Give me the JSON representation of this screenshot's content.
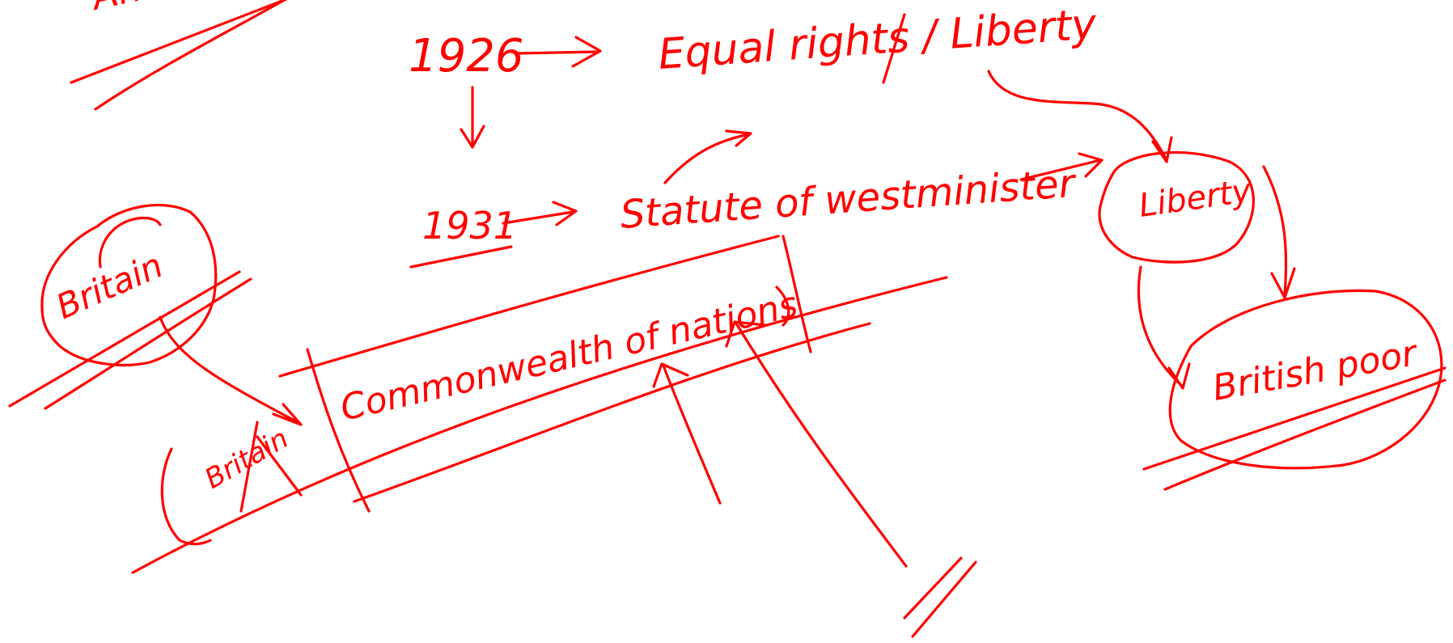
{
  "ink_color": "#ff0000",
  "background": "#ffffff",
  "notes": {
    "top_left_fragment": "Ann",
    "year_1926": "1926",
    "equal_rights": "Equal rights / Liberty",
    "year_1931": "1931",
    "statute": "Statute of westminister",
    "liberty_bubble": "Liberty",
    "britain_bubble": "Britain",
    "commonwealth": "Commonwealth of nations",
    "britain_small": "Britain",
    "british_bubble": "British poor"
  }
}
